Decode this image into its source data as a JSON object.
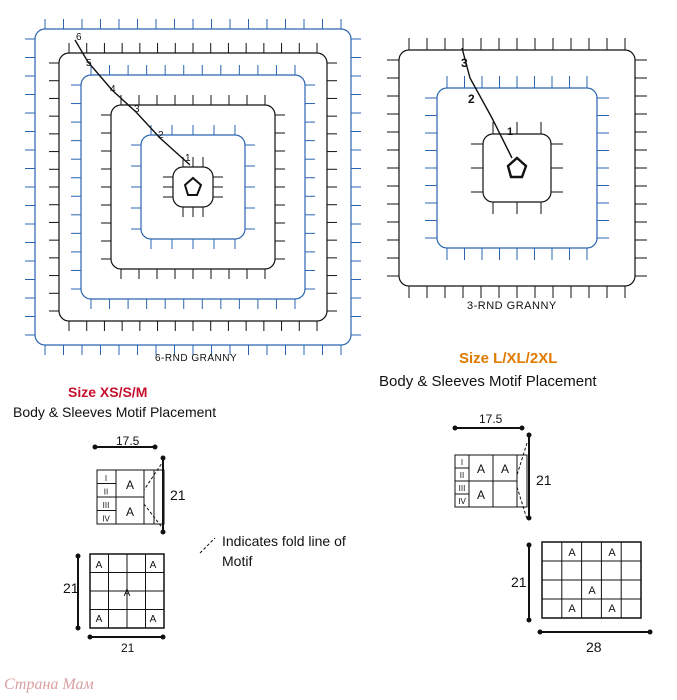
{
  "six_rnd": {
    "caption": "6-RND GRANNY",
    "round_numbers": [
      "1",
      "2",
      "3",
      "4",
      "5",
      "6"
    ]
  },
  "three_rnd": {
    "caption": "3-RND GRANNY",
    "round_numbers": [
      "1",
      "2",
      "3"
    ]
  },
  "small": {
    "size_title": "Size XS/S/M",
    "subtitle": "Body & Sleeves Motif Placement",
    "sleeve_width": "17.5",
    "sleeve_height": "21",
    "body_height": "21",
    "body_width": "21"
  },
  "large": {
    "size_title": "Size L/XL/2XL",
    "subtitle": "Body & Sleeves Motif Placement",
    "sleeve_width": "17.5",
    "sleeve_height": "21",
    "body_height": "21",
    "body_width": "28"
  },
  "legend": {
    "line1": "Indicates fold line of",
    "line2": "Motif"
  },
  "watermark": "Страна Мам",
  "colors": {
    "blue": "#2b65b0",
    "black": "#111111",
    "red": "#c8102e",
    "orange": "#e07a00"
  },
  "motif_labels": [
    "A",
    "I",
    "II",
    "III",
    "IV"
  ]
}
